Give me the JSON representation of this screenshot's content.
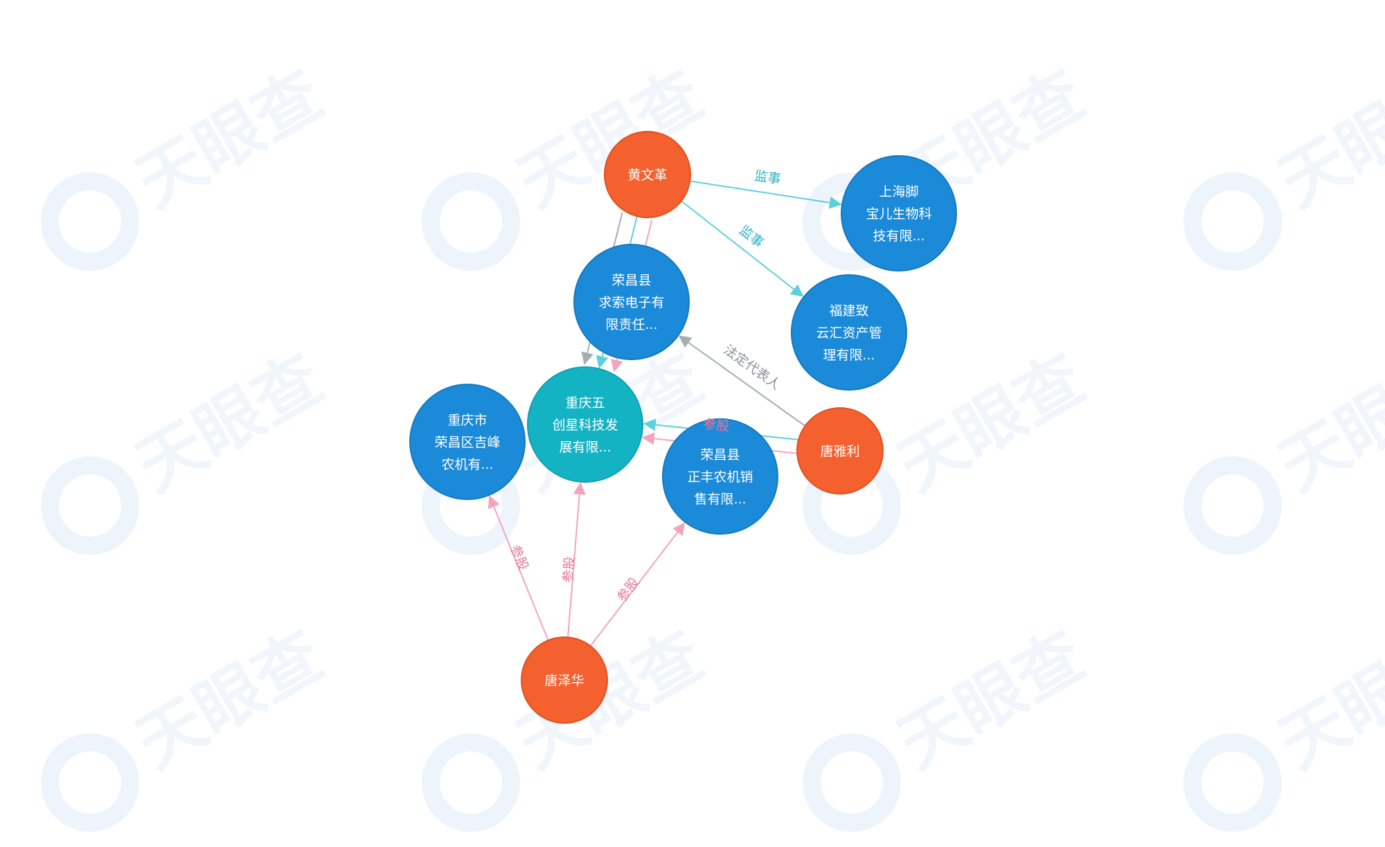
{
  "watermark": {
    "text": "天眼查",
    "color": "#eef4fb"
  },
  "colors": {
    "person": "#f4602e",
    "company": "#1b8ad8",
    "center": "#14b3c4",
    "edge_supervisor": "#5bd0dc",
    "edge_share": "#f4a3be",
    "edge_legal": "#a8adb3"
  },
  "nodes": [
    {
      "id": "huang",
      "type": "person",
      "lines": [
        "黄文革"
      ]
    },
    {
      "id": "shanghai",
      "type": "company",
      "lines": [
        "上海脚",
        "宝儿生物科",
        "技有限..."
      ]
    },
    {
      "id": "qiusuo",
      "type": "company",
      "lines": [
        "荣昌县",
        "求索电子有",
        "限责任..."
      ]
    },
    {
      "id": "fujian",
      "type": "company",
      "lines": [
        "福建致",
        "云汇资产管",
        "理有限..."
      ]
    },
    {
      "id": "wuchuang",
      "type": "center",
      "lines": [
        "重庆五",
        "创星科技发",
        "展有限..."
      ]
    },
    {
      "id": "jifeng",
      "type": "company",
      "lines": [
        "重庆市",
        "荣昌区吉峰",
        "农机有..."
      ]
    },
    {
      "id": "zhengfeng",
      "type": "company",
      "lines": [
        "荣昌县",
        "正丰农机销",
        "售有限..."
      ]
    },
    {
      "id": "tangyali",
      "type": "person",
      "lines": [
        "唐雅利"
      ]
    },
    {
      "id": "tangzehua",
      "type": "person",
      "lines": [
        "唐泽华"
      ]
    }
  ],
  "edges": [
    {
      "from": "huang",
      "to": "shanghai",
      "kind": "supervisor",
      "label": "监事"
    },
    {
      "from": "huang",
      "to": "fujian",
      "kind": "supervisor",
      "label": "监事"
    },
    {
      "from": "huang",
      "to": "wuchuang",
      "kind": "share",
      "label": ""
    },
    {
      "from": "huang",
      "to": "wuchuang",
      "kind": "supervisor",
      "label": ""
    },
    {
      "from": "huang",
      "to": "wuchuang",
      "kind": "legal",
      "label": ""
    },
    {
      "from": "tangyali",
      "to": "qiusuo",
      "kind": "legal",
      "label": "法定代表人"
    },
    {
      "from": "tangyali",
      "to": "wuchuang",
      "kind": "share",
      "label": "参股"
    },
    {
      "from": "tangyali",
      "to": "wuchuang",
      "kind": "supervisor",
      "label": ""
    },
    {
      "from": "tangzehua",
      "to": "jifeng",
      "kind": "share",
      "label": "参股"
    },
    {
      "from": "tangzehua",
      "to": "wuchuang",
      "kind": "share",
      "label": "参股"
    },
    {
      "from": "tangzehua",
      "to": "zhengfeng",
      "kind": "share",
      "label": "参股"
    }
  ]
}
